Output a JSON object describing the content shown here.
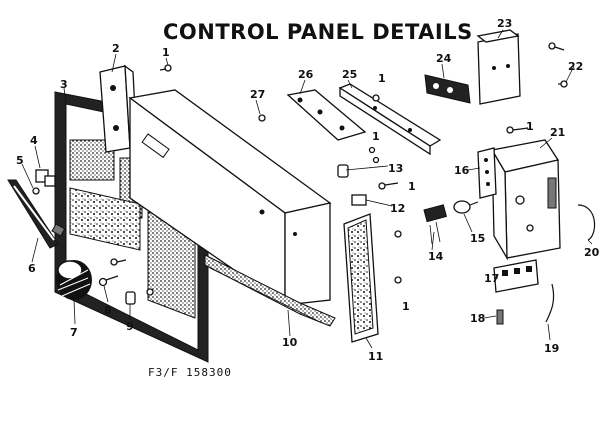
{
  "title": "CONTROL PANEL DETAILS",
  "footer_code": "F3/F 158300",
  "callouts": [
    "1",
    "2",
    "3",
    "4",
    "5",
    "6",
    "7",
    "8",
    "9",
    "10",
    "11",
    "12",
    "13",
    "14",
    "15",
    "16",
    "17",
    "18",
    "19",
    "20",
    "21",
    "22",
    "23",
    "24",
    "25",
    "26",
    "27"
  ]
}
